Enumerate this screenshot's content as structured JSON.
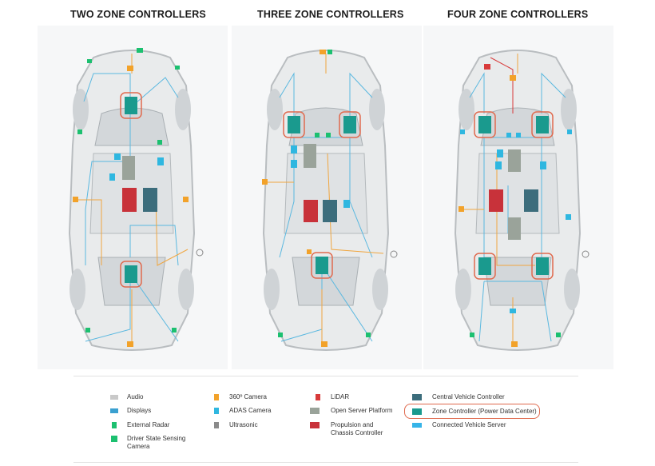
{
  "titles": {
    "two": "TWO ZONE CONTROLLERS",
    "three": "THREE ZONE CONTROLLERS",
    "four": "FOUR ZONE CONTROLLERS"
  },
  "legend": [
    {
      "label": "Audio",
      "icon": "speaker-icon",
      "color": "#c9c9c9"
    },
    {
      "label": "Displays",
      "icon": "display-icon",
      "color": "#3aa0d0"
    },
    {
      "label": "External Radar",
      "icon": "radar-icon",
      "color": "#1cc070"
    },
    {
      "label": "Driver State Sensing Camera",
      "icon": "camera-icon",
      "color": "#1cc070"
    },
    {
      "label": "360º Camera",
      "icon": "camera-icon",
      "color": "#f2a22a"
    },
    {
      "label": "ADAS Camera",
      "icon": "camera-icon",
      "color": "#2fb7e0"
    },
    {
      "label": "Ultrasonic",
      "icon": "ultrasonic-icon",
      "color": "#8a8a8a"
    },
    {
      "label": "LiDAR",
      "icon": "lidar-icon",
      "color": "#d83a3a"
    },
    {
      "label": "Open Server Platform",
      "icon": "server-icon",
      "color": "#9aa39a"
    },
    {
      "label": "Propulsion and Chassis Controller",
      "icon": "controller-icon",
      "color": "#c8323a"
    },
    {
      "label": "Central Vehicle Controller",
      "icon": "controller-icon",
      "color": "#3c6d7c"
    },
    {
      "label": "Zone Controller (Power Data Center)",
      "icon": "controller-icon",
      "color": "#1a9a8e"
    },
    {
      "label": "Connected Vehicle Server",
      "icon": "server-icon",
      "color": "#36b4e8"
    }
  ],
  "colors": {
    "zone": "#1a9a8e",
    "central": "#3c6d7c",
    "propulsion": "#c8323a",
    "server": "#9aa39a",
    "wire_blue": "#5ab8e0",
    "wire_orange": "#f0a640",
    "highlight": "#e06a4e"
  }
}
